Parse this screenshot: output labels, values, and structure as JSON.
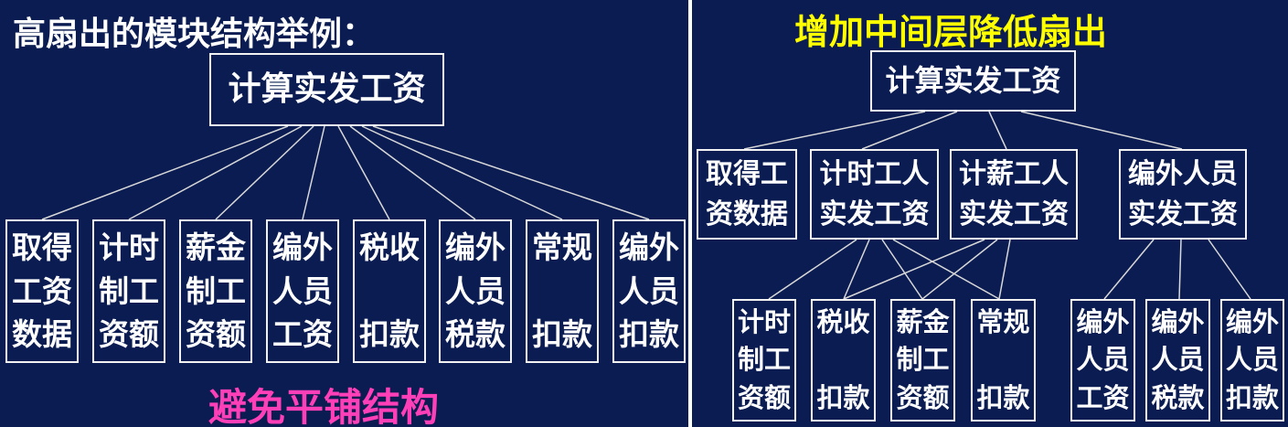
{
  "left": {
    "title": "高扇出的模块结构举例：",
    "root": "计算实发工资",
    "children": [
      "取得\n工资\n数据",
      "计时\n制工\n资额",
      "薪金\n制工\n资额",
      "编外\n人员\n工资",
      "税收\n\n扣款",
      "编外\n人员\n税款",
      "常规\n\n扣款",
      "编外\n人员\n扣款"
    ],
    "note": "避免平铺结构"
  },
  "right": {
    "title": "增加中间层降低扇出",
    "root": "计算实发工资",
    "mid": [
      "取得工\n资数据",
      "计时工人\n实发工资",
      "计薪工人\n实发工资",
      "编外人员\n实发工资"
    ],
    "leaves": [
      "计时\n制工\n资额",
      "税收\n\n扣款",
      "薪金\n制工\n资额",
      "常规\n\n扣款",
      "编外\n人员\n工资",
      "编外\n人员\n税款",
      "编外\n人员\n扣款"
    ]
  },
  "colors": {
    "background": "#0b1c52",
    "box_border": "#f2f2f2",
    "text": "#ffffff",
    "right_title": "#ffff00",
    "note": "#ff3fb8"
  }
}
